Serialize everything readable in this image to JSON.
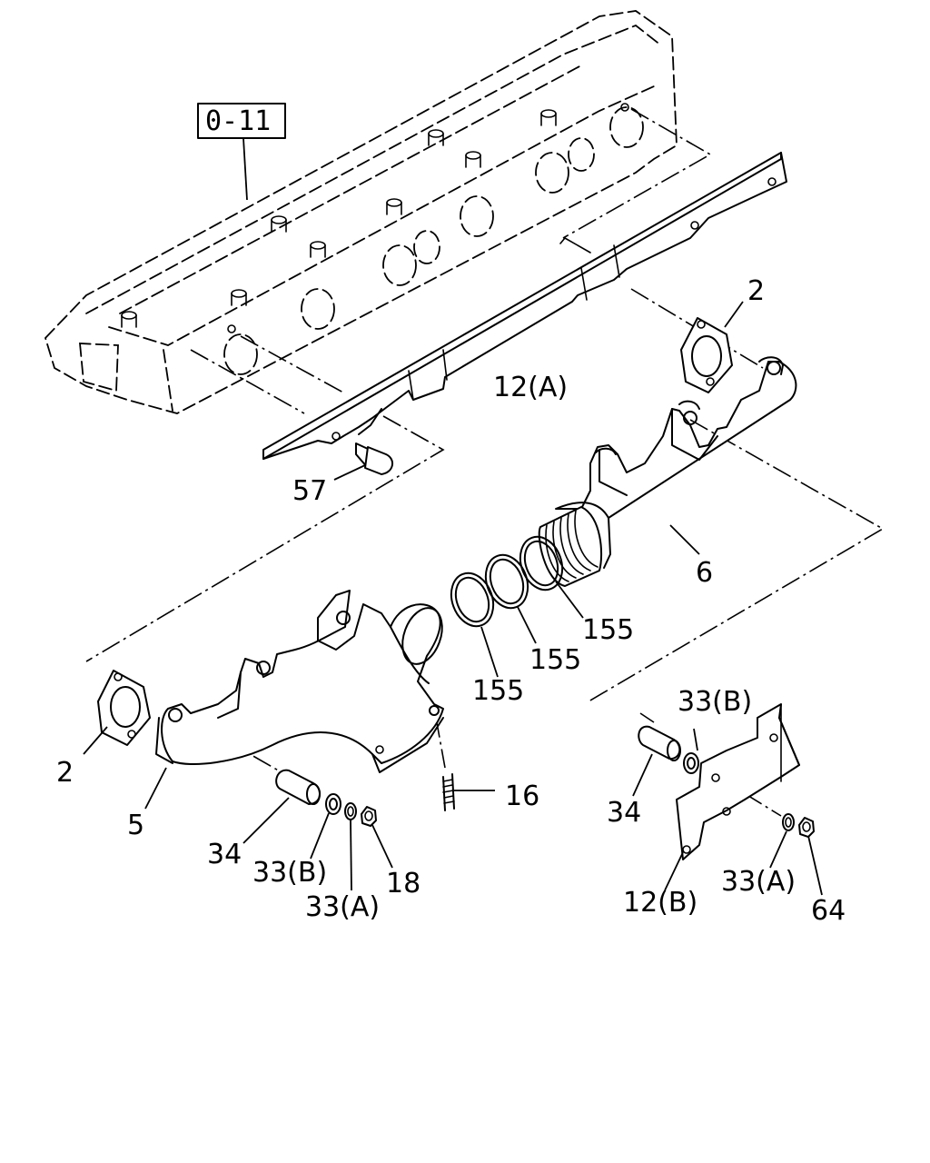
{
  "reference": {
    "label": "0-11"
  },
  "callouts": [
    {
      "id": "2-right",
      "text": "2"
    },
    {
      "id": "12a",
      "text": "12(A)"
    },
    {
      "id": "57",
      "text": "57"
    },
    {
      "id": "6",
      "text": "6"
    },
    {
      "id": "155-a",
      "text": "155"
    },
    {
      "id": "155-b",
      "text": "155"
    },
    {
      "id": "155-c",
      "text": "155"
    },
    {
      "id": "33b-right",
      "text": "33(B)"
    },
    {
      "id": "2-left",
      "text": "2"
    },
    {
      "id": "5",
      "text": "5"
    },
    {
      "id": "16",
      "text": "16"
    },
    {
      "id": "34-right",
      "text": "34"
    },
    {
      "id": "34-left",
      "text": "34"
    },
    {
      "id": "33b-left",
      "text": "33(B)"
    },
    {
      "id": "18",
      "text": "18"
    },
    {
      "id": "33a-left",
      "text": "33(A)"
    },
    {
      "id": "33a-right",
      "text": "33(A)"
    },
    {
      "id": "12b",
      "text": "12(B)"
    },
    {
      "id": "64",
      "text": "64"
    }
  ]
}
